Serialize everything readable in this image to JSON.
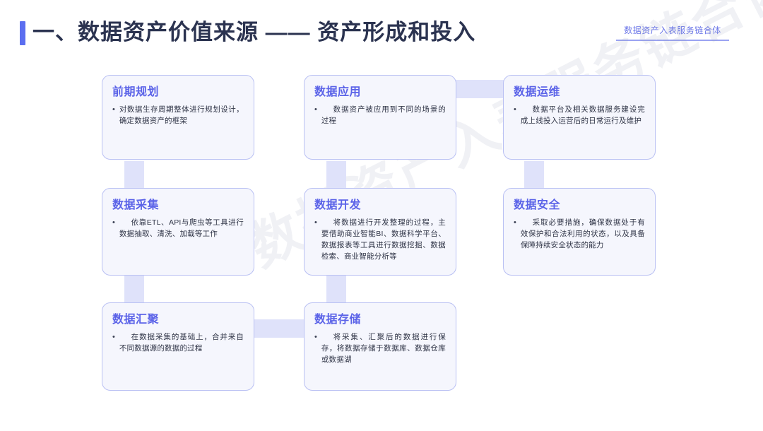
{
  "header": {
    "title": "一、数据资产价值来源 —— 资产形成和投入",
    "brand_tag": "数据资产入表服务链合体",
    "accent_color": "#5b6ef0"
  },
  "watermark": {
    "text": "数据资产入表服务链合体"
  },
  "diagram": {
    "type": "flow-grid",
    "card_bg": "#f5f6fd",
    "card_border": "#b9c0f3",
    "card_title_color": "#5b63e8",
    "connector_color": "#dfe2fa",
    "bullet_glyph": "•",
    "cards": [
      {
        "id": "pre-planning",
        "title": "前期规划",
        "text": "对数据生存周期整体进行规划设计，确定数据资产的框架",
        "indent": false
      },
      {
        "id": "data-application",
        "title": "数据应用",
        "text": "数据资产被应用到不同的场景的过程",
        "indent": true
      },
      {
        "id": "data-operations",
        "title": "数据运维",
        "text": "数据平台及相关数据服务建设完成上线投入运营后的日常运行及维护",
        "indent": true
      },
      {
        "id": "data-collection",
        "title": "数据采集",
        "text": "依靠ETL、API与爬虫等工具进行数据抽取、清洗、加载等工作",
        "indent": true
      },
      {
        "id": "data-development",
        "title": "数据开发",
        "text": "将数据进行开发整理的过程，主要借助商业智能BI、数据科学平台、数据报表等工具进行数据挖掘、数据检索、商业智能分析等",
        "indent": true
      },
      {
        "id": "data-security",
        "title": "数据安全",
        "text": "采取必要措施，确保数据处于有效保护和合法利用的状态，以及具备保障持续安全状态的能力",
        "indent": true
      },
      {
        "id": "data-aggregation",
        "title": "数据汇聚",
        "text": "在数据采集的基础上，合并来自不同数据源的数据的过程",
        "indent": true
      },
      {
        "id": "data-storage",
        "title": "数据存储",
        "text": "将采集、汇聚后的数据进行保存，将数据存储于数据库、数据仓库或数据湖",
        "indent": true
      }
    ]
  }
}
